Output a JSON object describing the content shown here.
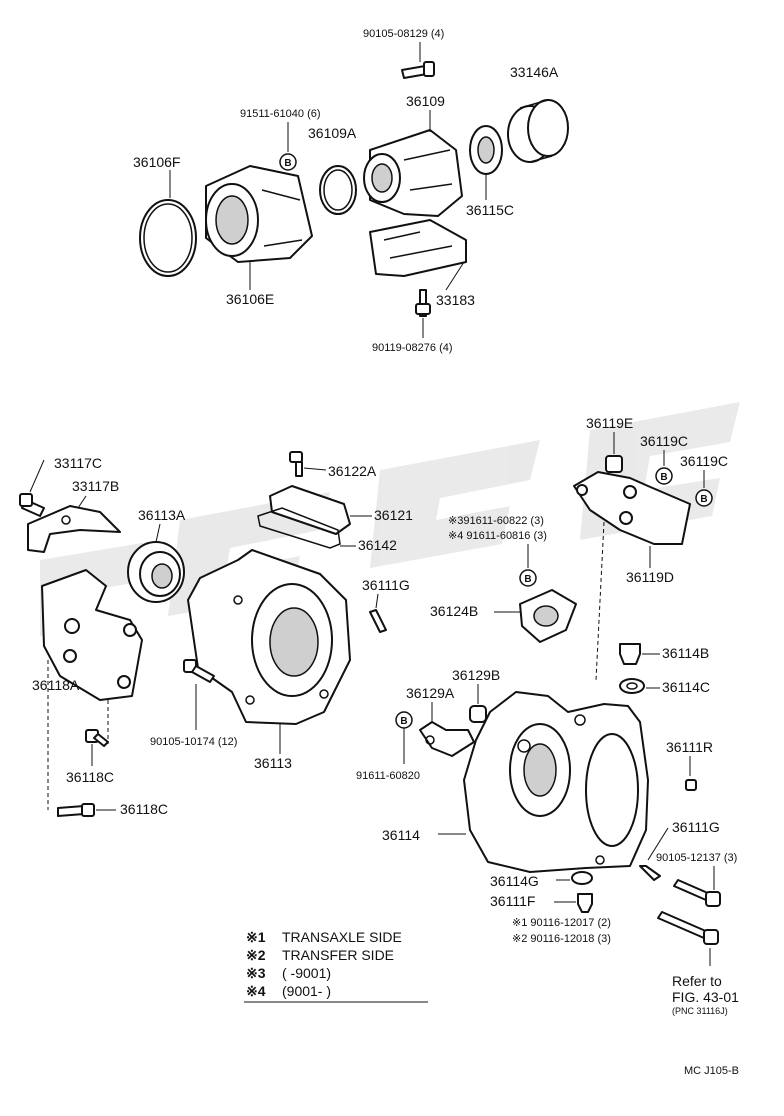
{
  "parts": {
    "p90105_08129": "90105-08129 (4)",
    "p33146A": "33146A",
    "p91511_61040": "91511-61040 (6)",
    "p36109": "36109",
    "p36109A": "36109A",
    "p36106F": "36106F",
    "p36115C": "36115C",
    "p36106E": "36106E",
    "p33183": "33183",
    "p90119_08276": "90119-08276 (4)",
    "p36119E": "36119E",
    "p36119C_a": "36119C",
    "p36119C_b": "36119C",
    "p33117C": "33117C",
    "p36122A": "36122A",
    "p33117B": "33117B",
    "p36113A": "36113A",
    "p36121": "36121",
    "p36142": "36142",
    "p391611_60822": "※391611-60822 (3)",
    "p491611_60816": "※4 91611-60816 (3)",
    "p36119D": "36119D",
    "p36111G_a": "36111G",
    "p36124B": "36124B",
    "p36118A": "36118A",
    "p36114B": "36114B",
    "p36129B": "36129B",
    "p36129A": "36129A",
    "p36114C": "36114C",
    "p90105_10174": "90105-10174 (12)",
    "p36113": "36113",
    "p91611_60820": "91611-60820",
    "p36111R": "36111R",
    "p36118C_a": "36118C",
    "p36118C_b": "36118C",
    "p36111G_b": "36111G",
    "p36114": "36114",
    "p90105_12137": "90105-12137 (3)",
    "p36114G": "36114G",
    "p36111F": "36111F",
    "p90116_12017": "※1 90116-12017 (2)",
    "p90116_12018": "※2 90116-12018 (3)"
  },
  "bolt_mark": "B",
  "legend": {
    "items": [
      {
        "mark": "※1",
        "text": "TRANSAXLE SIDE"
      },
      {
        "mark": "※2",
        "text": "TRANSFER SIDE"
      },
      {
        "mark": "※3",
        "text": "(        -9001)"
      },
      {
        "mark": "※4",
        "text": "(9001-          )"
      }
    ]
  },
  "reference": {
    "line1": "Refer to",
    "line2": "FIG. 43-01",
    "line3": "(PNC 31116J)"
  },
  "diagram_code": "MC J105-B",
  "watermark": "eEPC"
}
